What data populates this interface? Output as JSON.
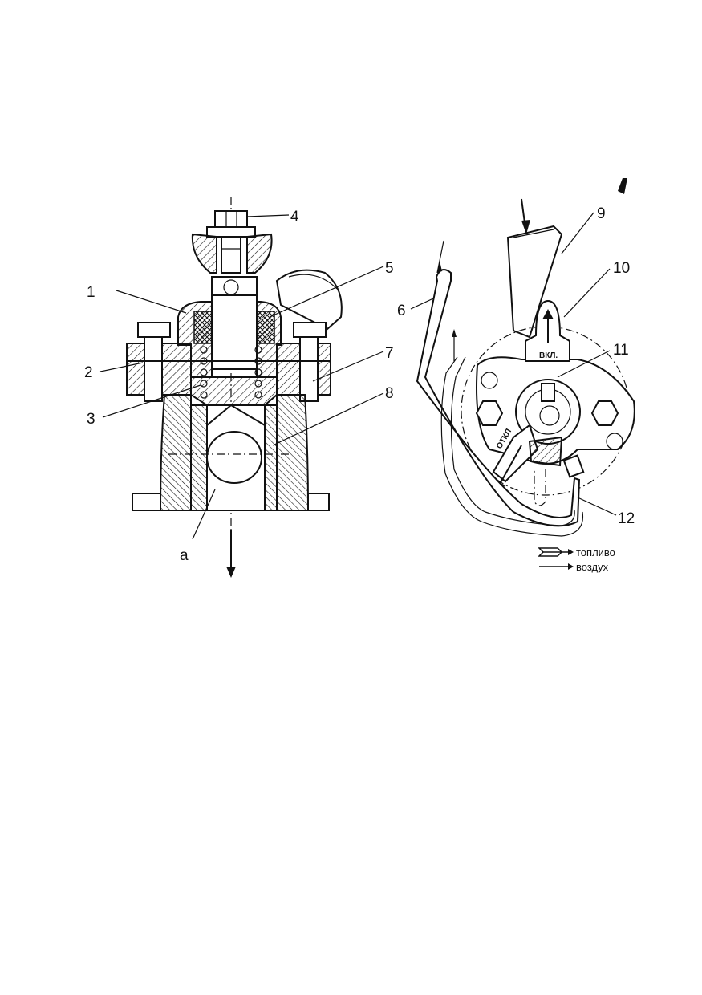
{
  "left_figure": {
    "callouts": [
      "1",
      "2",
      "3",
      "4",
      "5",
      "7",
      "8",
      "а"
    ]
  },
  "right_figure": {
    "callouts": [
      "6",
      "9",
      "10",
      "11",
      "12"
    ],
    "stamps": {
      "on": "ВКЛ.",
      "off": "ОТКЛ"
    }
  },
  "legend": {
    "fuel": "топливо",
    "air": "воздух"
  }
}
